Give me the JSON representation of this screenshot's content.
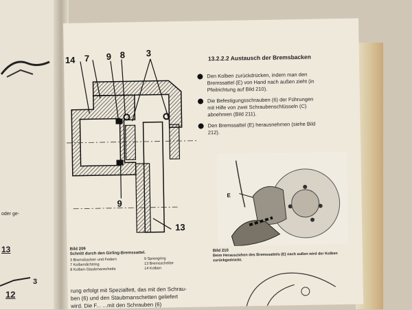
{
  "left_page": {
    "fragment_text": "oder ge-",
    "callout_a": "13",
    "callout_b": "3",
    "callout_c": "12"
  },
  "figure_209": {
    "callouts": {
      "c14": "14",
      "c7": "7",
      "c9_top": "9",
      "c8": "8",
      "c3": "3",
      "c9_bottom": "9",
      "c13": "13"
    },
    "caption_label": "Bild 209",
    "caption_title": "Schnitt durch den Girling-Bremssattel.",
    "legend_left": [
      "3  Bremsbacken und Federn",
      "7  Kolbendichtring",
      "8  Kolben-Staubmanschette"
    ],
    "legend_right": [
      "9  Sprengring",
      "13  Bremsscheibe",
      "14  Kolben"
    ]
  },
  "section": {
    "heading": "13.2.2.2  Austausch der Bremsbacken",
    "steps": [
      "Den Kolben zurückdrücken, indem man den Bremssattel (E) von Hand nach außen zieht (in Pfeilrichtung auf Bild 210).",
      "Die Befestigungsschrauben (6) der Führungen mit Hilfe von zwei Schraubenschlüsseln (C) abnehmen (Bild 211).",
      "Den Bremssattel (E) herausnehmen (siehe Bild 212)."
    ]
  },
  "figure_210": {
    "callout_e": "E",
    "caption_label": "Bild 210",
    "caption_text": "Beim Herausziehen des Bremssattels (E) nach außen wird der Kolben zurückgedrückt."
  },
  "body_bottom": {
    "line1": "rung erfolgt mit Spezialfett, das mit den Schrau-",
    "line2": "ben (6) und den Staubmanschetten geliefert",
    "line3": "wird. Die F... ...mit den Schrauben (6)"
  }
}
